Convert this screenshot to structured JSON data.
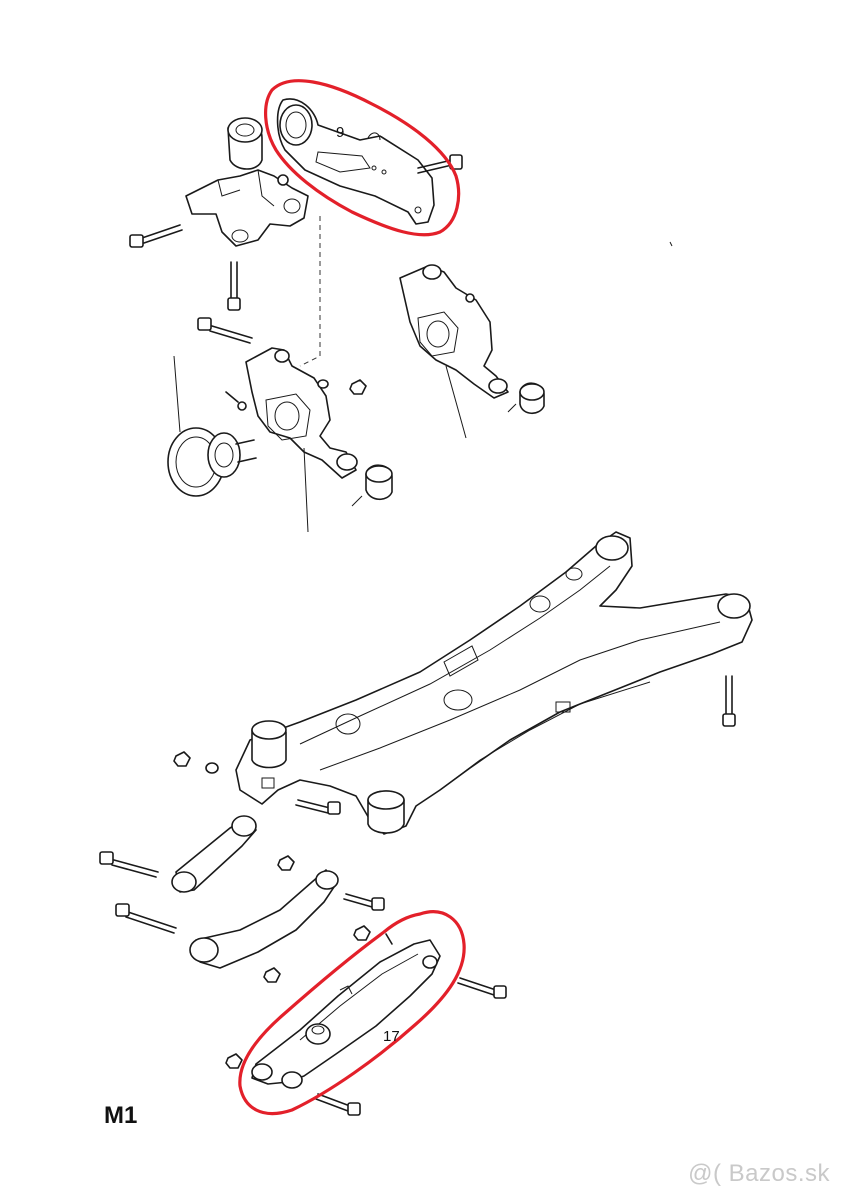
{
  "diagram": {
    "page_label": "M1",
    "watermark": "Bazos.sk",
    "callouts": [
      {
        "id": "upper-arm",
        "number": "9"
      },
      {
        "id": "lower-control-arm",
        "number": "17"
      }
    ],
    "colors": {
      "line_art": "#1a1a1a",
      "highlight": "#e3202a",
      "watermark": "#c9c9c9"
    }
  }
}
